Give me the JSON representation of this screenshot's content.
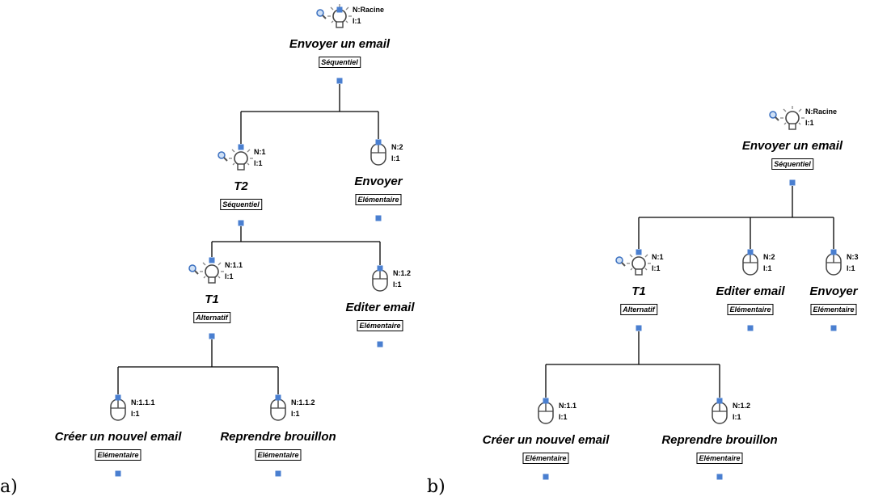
{
  "panels": [
    {
      "label": "a)",
      "nodes": [
        {
          "key": "a_root",
          "type": "abstract",
          "n": "N:Racine",
          "i": "I:1",
          "name": "Envoyer un email",
          "operator": "Séquentiel",
          "children": [
            "a_n1",
            "a_n2"
          ]
        },
        {
          "key": "a_n1",
          "type": "abstract",
          "n": "N:1",
          "i": "I:1",
          "name": "T2",
          "operator": "Séquentiel",
          "children": [
            "a_n11",
            "a_n12"
          ]
        },
        {
          "key": "a_n2",
          "type": "interaction",
          "n": "N:2",
          "i": "I:1",
          "name": "Envoyer",
          "operator": "Elémentaire",
          "children": []
        },
        {
          "key": "a_n11",
          "type": "abstract",
          "n": "N:1.1",
          "i": "I:1",
          "name": "T1",
          "operator": "Alternatif",
          "children": [
            "a_n111",
            "a_n112"
          ]
        },
        {
          "key": "a_n12",
          "type": "interaction",
          "n": "N:1.2",
          "i": "I:1",
          "name": "Editer email",
          "operator": "Elémentaire",
          "children": []
        },
        {
          "key": "a_n111",
          "type": "interaction",
          "n": "N:1.1.1",
          "i": "I:1",
          "name": "Créer un nouvel email",
          "operator": "Elémentaire",
          "children": []
        },
        {
          "key": "a_n112",
          "type": "interaction",
          "n": "N:1.1.2",
          "i": "I:1",
          "name": "Reprendre brouillon",
          "operator": "Elémentaire",
          "children": []
        }
      ]
    },
    {
      "label": "b)",
      "nodes": [
        {
          "key": "b_root",
          "type": "abstract",
          "n": "N:Racine",
          "i": "I:1",
          "name": "Envoyer un email",
          "operator": "Séquentiel",
          "children": [
            "b_n1",
            "b_n2",
            "b_n3"
          ]
        },
        {
          "key": "b_n1",
          "type": "abstract",
          "n": "N:1",
          "i": "I:1",
          "name": "T1",
          "operator": "Alternatif",
          "children": [
            "b_n11",
            "b_n12"
          ]
        },
        {
          "key": "b_n2",
          "type": "interaction",
          "n": "N:2",
          "i": "I:1",
          "name": "Editer email",
          "operator": "Elémentaire",
          "children": []
        },
        {
          "key": "b_n3",
          "type": "interaction",
          "n": "N:3",
          "i": "I:1",
          "name": "Envoyer",
          "operator": "Elémentaire",
          "children": []
        },
        {
          "key": "b_n11",
          "type": "interaction",
          "n": "N:1.1",
          "i": "I:1",
          "name": "Créer un nouvel email",
          "operator": "Elémentaire",
          "children": []
        },
        {
          "key": "b_n12",
          "type": "interaction",
          "n": "N:1.2",
          "i": "I:1",
          "name": "Reprendre brouillon",
          "operator": "Elémentaire",
          "children": []
        }
      ]
    }
  ],
  "colors": {
    "port": "#4a7fd0",
    "line": "#000000",
    "icon_stroke": "#444444",
    "ray": "#888888",
    "magnifier": "#3a6fc0"
  }
}
